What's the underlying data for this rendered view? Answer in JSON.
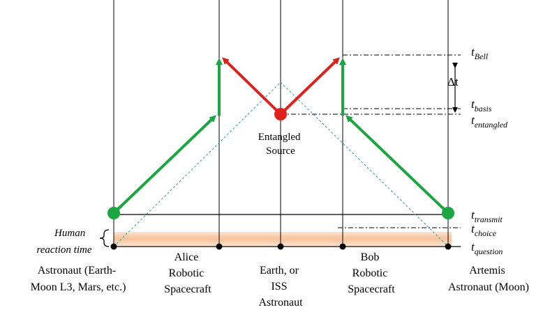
{
  "colors": {
    "green": "#1aa640",
    "red": "#e0201a",
    "dashed_cone": "#2aa096",
    "band": "#f6b483",
    "line": "#000000"
  },
  "source": {
    "label_line1": "Entangled",
    "label_line2": "Source"
  },
  "nodes": {
    "astronaut_l3": {
      "line1": "Astronaut (Earth-",
      "line2": "Moon L3, Mars, etc.)"
    },
    "alice": {
      "line1": "Alice",
      "line2": "Robotic",
      "line3": "Spacecraft"
    },
    "earth": {
      "line1": "Earth, or",
      "line2": "ISS",
      "line3": "Astronaut"
    },
    "bob": {
      "line1": "Bob",
      "line2": "Robotic",
      "line3": "Spacecraft"
    },
    "artemis": {
      "line1": "Artemis",
      "line2": "Astronaut (Moon)"
    }
  },
  "human_reaction": {
    "line1": "Human",
    "line2": "reaction time"
  },
  "time_labels": {
    "bell": {
      "t": "t",
      "sub": "Bell"
    },
    "delta": "Δt",
    "basis": {
      "t": "t",
      "sub": "basis"
    },
    "entangled": {
      "t": "t",
      "sub": "entangled"
    },
    "transmit": {
      "t": "t",
      "sub": "transmit"
    },
    "choice": {
      "t": "t",
      "sub": "choice"
    },
    "question": {
      "t": "t",
      "sub": "question"
    }
  }
}
